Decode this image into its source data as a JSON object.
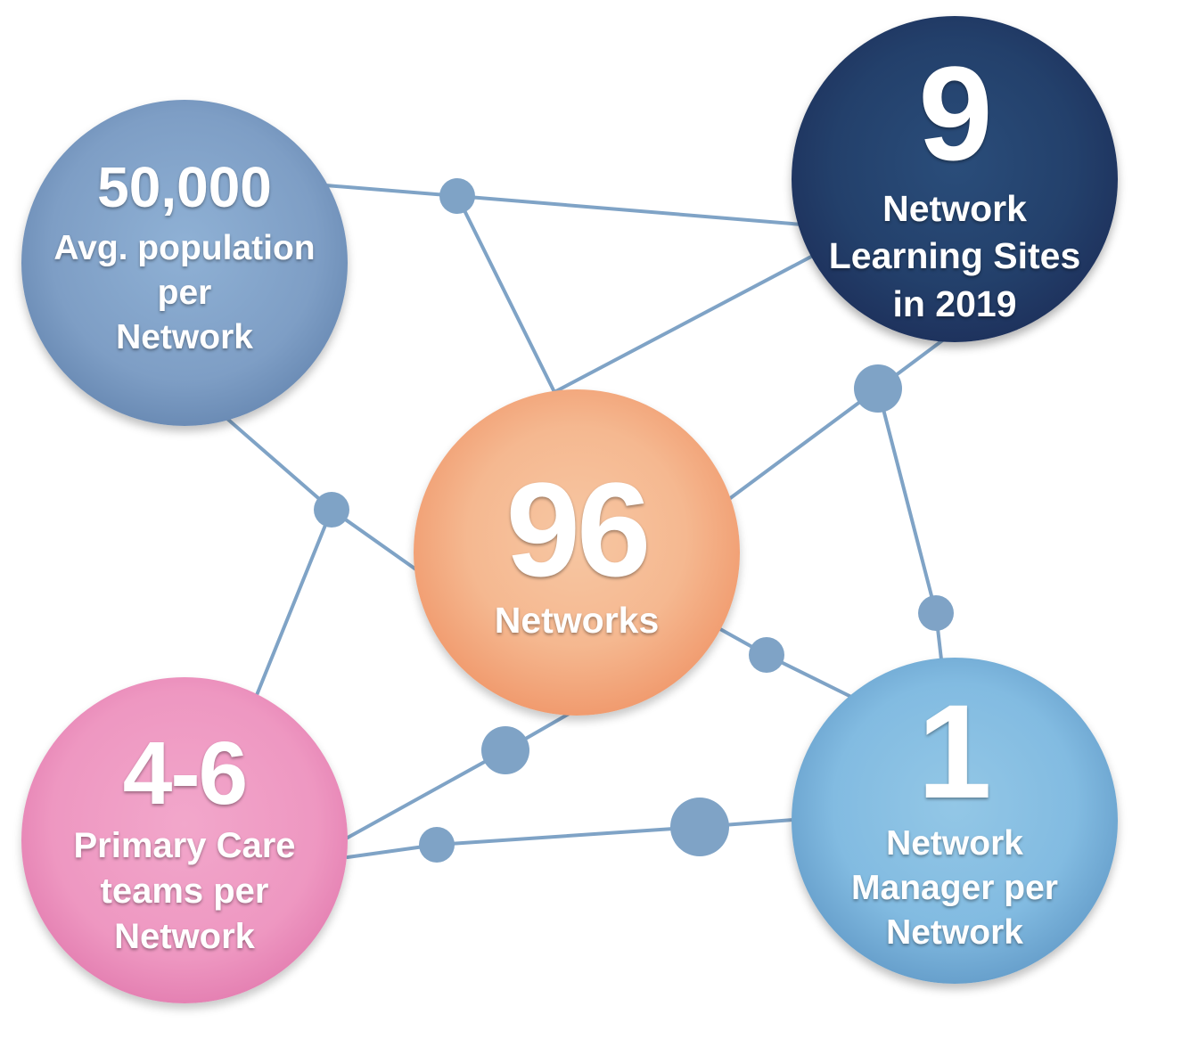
{
  "colors": {
    "connector": "#7fa3c6",
    "population_bubble": "#7e9ec5",
    "learning_bubble": "#1d2f5a",
    "networks_bubble": "#f5b890",
    "teams_bubble": "#ee97c1",
    "manager_bubble": "#82bbe1",
    "text": "#ffffff"
  },
  "bubbles": {
    "population": {
      "value": "50,000",
      "lines": [
        "Avg. population",
        "per",
        "Network"
      ]
    },
    "learning": {
      "value": "9",
      "lines": [
        "Network",
        "Learning Sites",
        "in 2019"
      ]
    },
    "networks": {
      "value": "96",
      "lines": [
        "Networks"
      ]
    },
    "teams": {
      "value": "4-6",
      "lines": [
        "Primary Care",
        "teams per",
        "Network"
      ]
    },
    "manager": {
      "value": "1",
      "lines": [
        "Network",
        "Manager per",
        "Network"
      ]
    }
  }
}
